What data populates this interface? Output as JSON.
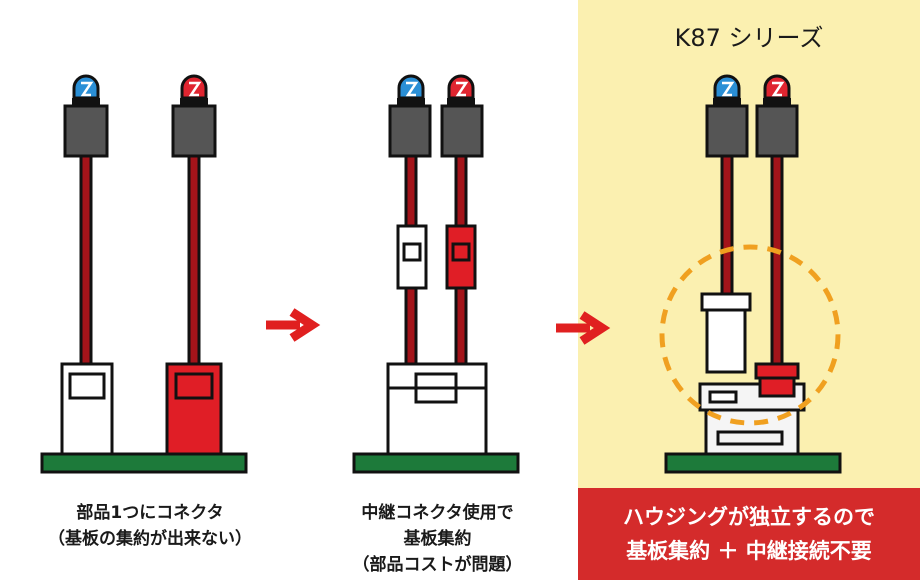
{
  "series_title": "K87 シリーズ",
  "panels": [
    {
      "caption_lines": [
        "部品1つにコネクタ",
        "（基板の集約が出来ない）"
      ]
    },
    {
      "caption_lines": [
        "中継コネクタ使用で",
        "基板集約",
        "（部品コストが問題）"
      ]
    },
    {
      "caption_lines": [
        "ハウジングが独立するので",
        "基板集約 ＋ 中継接続不要"
      ]
    }
  ],
  "colors": {
    "highlight_bg": "#fbf0b0",
    "banner_red": "#d42b2b",
    "arrow_red": "#e02020",
    "wire": "#a3141a",
    "holder": "#555555",
    "pcb": "#1d7a3a",
    "led_blue": "#2a8fd6",
    "led_red": "#e02530",
    "dashed_circle": "#f0a020",
    "connector_red": "#e01e26",
    "housing_light": "#f5f5f5"
  },
  "icons": [
    "led-icon",
    "arrow-right-icon"
  ]
}
